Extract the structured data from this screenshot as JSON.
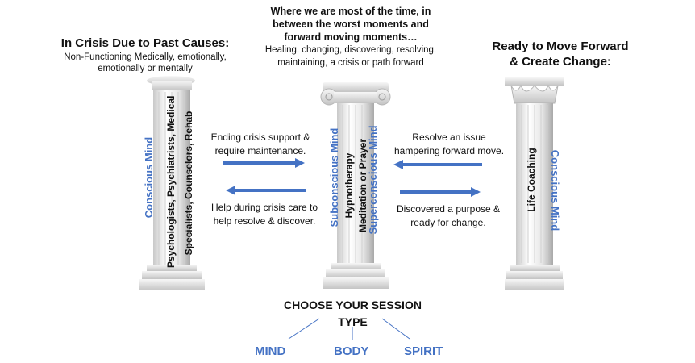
{
  "header": {
    "left_title": "In Crisis Due to Past Causes:",
    "left_subtitle_1": "Non-Functioning Medically, emotionally,",
    "left_subtitle_2": "emotionally or mentally",
    "center_title_1": "Where we are most of the time, in",
    "center_title_2": "between the worst moments and",
    "center_title_3": "forward moving moments…",
    "center_subtitle_1": "Healing, changing, discovering, resolving,",
    "center_subtitle_2": "maintaining, a crisis or path forward",
    "right_title_1": "Ready to Move Forward",
    "right_title_2": "& Create Change:"
  },
  "pillars": {
    "left": {
      "side_label": "Conscious Mind",
      "text_line_1": "Psychologists, Psychiatrists, Medical",
      "text_line_2": "Specialists, Counselors, Rehab"
    },
    "center": {
      "left_label": "Subconscious Mind",
      "text_line_1": "Hypnotherapy",
      "text_line_2": "Meditation or Prayer",
      "right_label": "Superconscious Mind"
    },
    "right": {
      "text": "Life  Coaching",
      "side_label": "Conscious Mind"
    }
  },
  "arrows": {
    "left_top_1": "Ending crisis support &",
    "left_top_2": "require maintenance.",
    "left_bottom_1": "Help during crisis care to",
    "left_bottom_2": "help resolve & discover.",
    "right_top_1": "Resolve an issue",
    "right_top_2": "hampering forward move.",
    "right_bottom_1": "Discovered a purpose &",
    "right_bottom_2": "ready for change."
  },
  "footer": {
    "choose_1": "CHOOSE YOUR SESSION",
    "choose_2": "TYPE",
    "options": [
      "MIND",
      "BODY",
      "SPIRIT"
    ]
  },
  "colors": {
    "accent_blue": "#4472C4",
    "pillar_light": "#f2f2f2",
    "pillar_shadow": "#bdbdbd"
  }
}
